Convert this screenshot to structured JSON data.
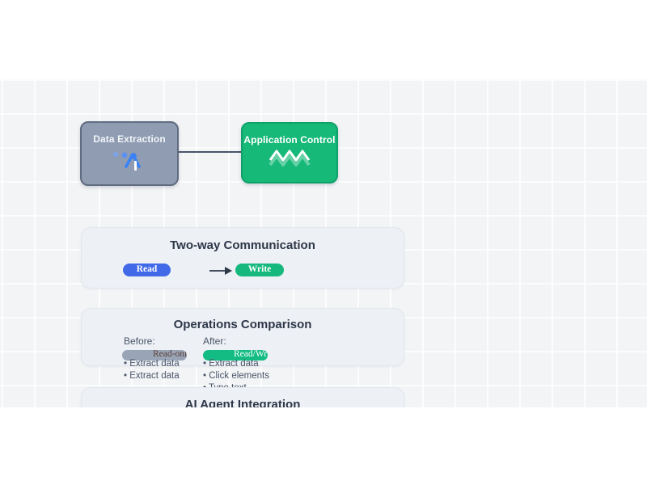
{
  "flow": {
    "nodes": [
      {
        "label": "Data Extraction",
        "fill": "#8f9cb1",
        "border": "#606c80",
        "icon": "text-cursor-dots-icon"
      },
      {
        "label": "Application Control",
        "fill": "#17b978",
        "border": "#0fa169",
        "icon": "zigzag-wave-icon"
      }
    ],
    "edge_color": "#4a5568"
  },
  "panels": {
    "two_way": {
      "title": "Two-way Communication",
      "read_label": "Read",
      "write_label": "Write",
      "read_color": "#4169e8",
      "write_color": "#16b87e"
    },
    "operations": {
      "title": "Operations Comparison",
      "before": {
        "label": "Before:",
        "badge": "Read-only",
        "badge_color": "#99a5b6",
        "items": [
          "• Extract data",
          "• Extract data"
        ]
      },
      "after": {
        "label": "After:",
        "badge": "Read/Write",
        "badge_color": "#12bc82",
        "items": [
          "• Extract data",
          "• Click elements",
          "• Type text"
        ]
      }
    },
    "ai_agent": {
      "title": "AI Agent Integration"
    }
  },
  "colors": {
    "canvas_bg": "#f2f4f6",
    "panel_bg": "#edf0f5",
    "title_text": "#2d3748",
    "body_text": "#4a5568"
  }
}
